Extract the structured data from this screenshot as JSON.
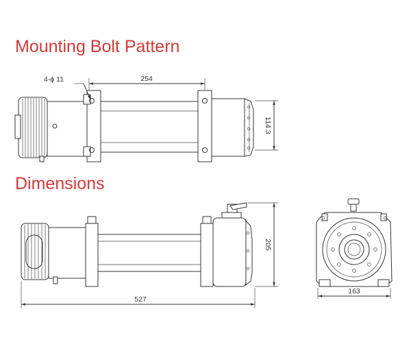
{
  "headings": {
    "mounting": "Mounting Bolt Pattern",
    "dimensions": "Dimensions"
  },
  "mounting_view": {
    "hole_callout": "4-ϕ 11",
    "bolt_spacing": "254",
    "bolt_width": "114.3"
  },
  "side_view": {
    "length": "527",
    "height": "205"
  },
  "end_view": {
    "width": "163"
  },
  "colors": {
    "heading": "#d03a3a",
    "line": "#333333"
  }
}
